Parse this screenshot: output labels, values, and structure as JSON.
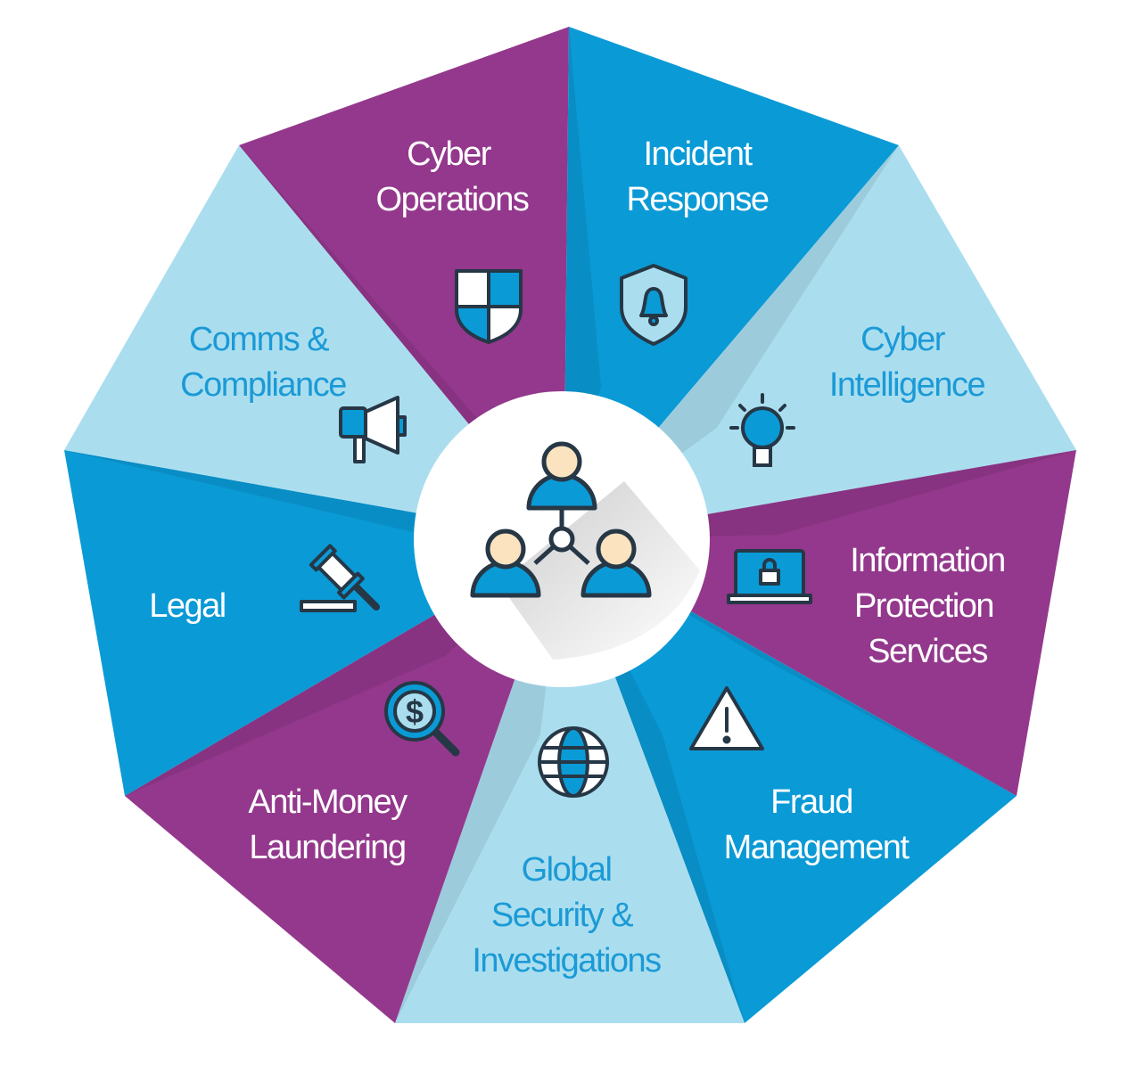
{
  "title": "Security functions wheel",
  "colors": {
    "purple": "#93388c",
    "blue": "#0a9ad6",
    "light": "#aadeef",
    "dark": "#263746",
    "skin": "#fbe3c0"
  },
  "segments": [
    {
      "lines": [
        "Cyber",
        "Operations"
      ],
      "icon": "shield-icon"
    },
    {
      "lines": [
        "Incident",
        "Response"
      ],
      "icon": "bell-shield-icon"
    },
    {
      "lines": [
        "Cyber",
        "Intelligence"
      ],
      "icon": "lightbulb-icon"
    },
    {
      "lines": [
        "Information",
        "Protection",
        "Services"
      ],
      "icon": "laptop-lock-icon"
    },
    {
      "lines": [
        "Fraud",
        "Management"
      ],
      "icon": "warning-icon"
    },
    {
      "lines": [
        "Global",
        "Security &",
        "Investigations"
      ],
      "icon": "globe-icon"
    },
    {
      "lines": [
        "Anti-Money",
        "Laundering"
      ],
      "icon": "dollar-search-icon"
    },
    {
      "lines": [
        "Legal"
      ],
      "icon": "gavel-icon"
    },
    {
      "lines": [
        "Comms &",
        "Compliance"
      ],
      "icon": "megaphone-icon"
    }
  ],
  "center": {
    "icon": "team-network-icon"
  }
}
